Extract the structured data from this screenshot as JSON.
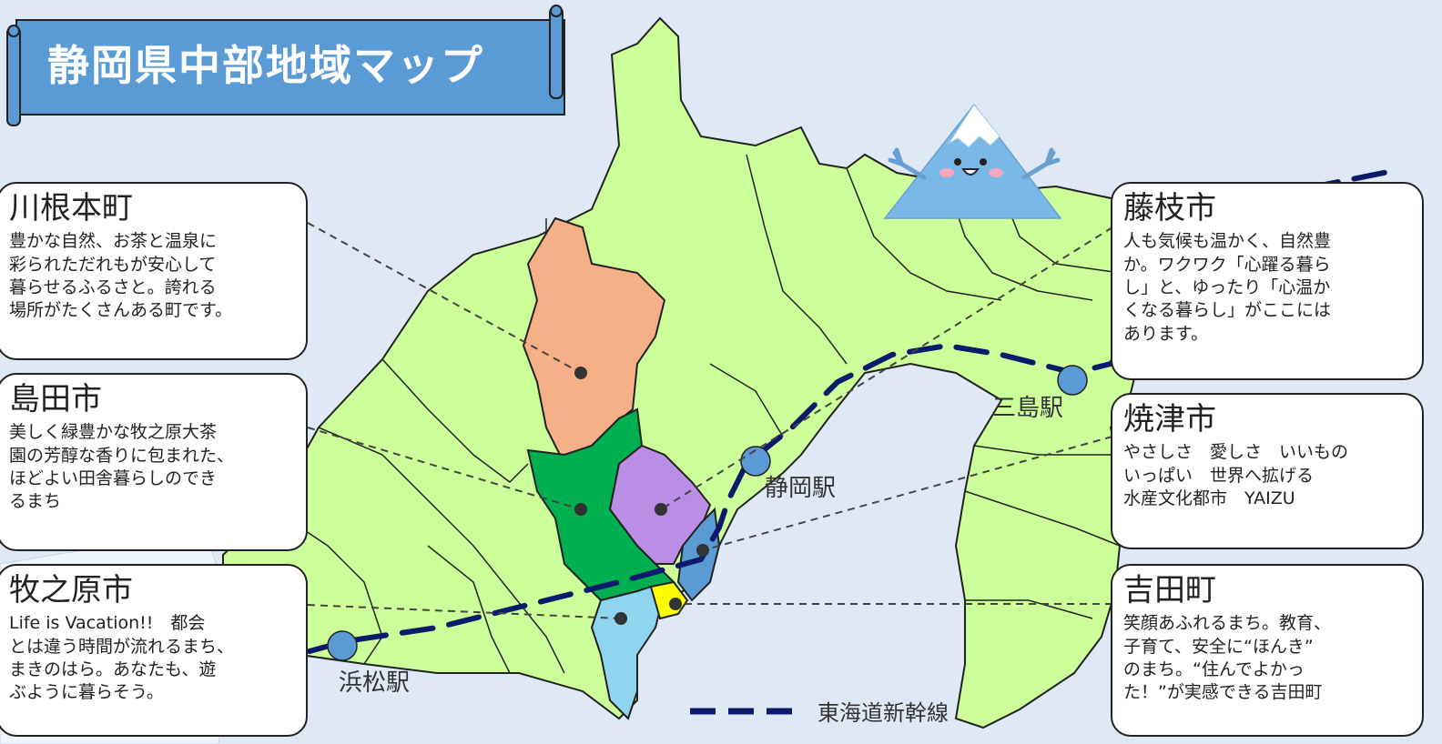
{
  "map": {
    "title": "静岡県中部地域マップ",
    "legend": {
      "shinkansen": "東海道新幹線"
    },
    "stations": [
      {
        "id": "hamamatsu",
        "label": "浜松駅"
      },
      {
        "id": "shizuoka",
        "label": "静岡駅"
      },
      {
        "id": "mishima",
        "label": "三島駅"
      }
    ],
    "colors": {
      "land": "#ccff99",
      "sea": "#dfe9f6",
      "banner": "#5b9bd5",
      "shinkansen": "#0c1a6b",
      "kawanehon": "#f5b088",
      "shimada": "#00b050",
      "fujieda": "#bb8ee6",
      "yaizu": "#5b9bd5",
      "makinohara": "#90d5f0",
      "yoshida": "#ffff00",
      "station_dot": "#5b9bd5"
    },
    "icons": [
      "mount-fuji-mascot-icon"
    ]
  },
  "cards": {
    "kawanehon": {
      "title": "川根本町",
      "description": "豊かな自然、お茶と温泉に\n彩られただれもが安心して\n暮らせるふるさと。誇れる\n場所がたくさんある町です。"
    },
    "shimada": {
      "title": "島田市",
      "description": "美しく緑豊かな牧之原大茶\n園の芳醇な香りに包まれた、\nほどよい田舎暮らしのでき\nるまち"
    },
    "makinohara": {
      "title": "牧之原市",
      "description": "Life is Vacation!!　都会\nとは違う時間が流れるまち、\nまきのはら。あなたも、遊\nぶように暮らそう。"
    },
    "fujieda": {
      "title": "藤枝市",
      "description": "人も気候も温かく、自然豊\nか。ワクワク「心躍る暮ら\nし」と、ゆったり「心温か\nくなる暮らし」がここには\nあります。"
    },
    "yaizu": {
      "title": "焼津市",
      "description": "やさしさ　愛しさ　いいもの\nいっぱい　世界へ拡げる\n水産文化都市　YAIZU"
    },
    "yoshida": {
      "title": "吉田町",
      "description": "笑顔あふれるまち。教育、\n子育て、安全に“ほんき”\nのまち。“住んでよかっ\nた！”が実感できる吉田町"
    }
  }
}
